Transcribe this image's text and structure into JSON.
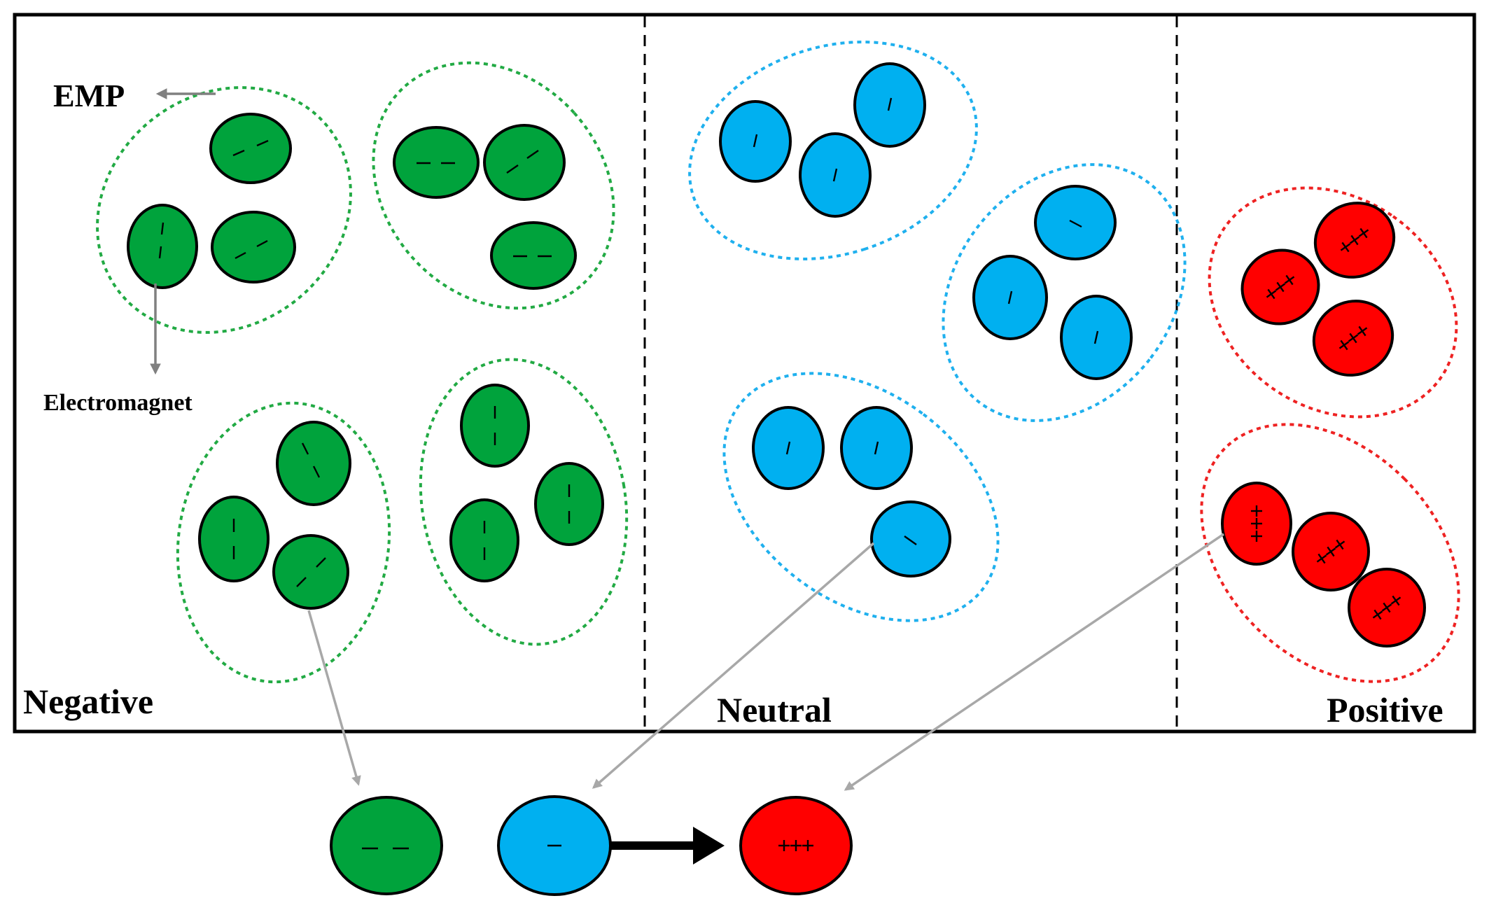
{
  "labels": {
    "negative": "Negative",
    "neutral": "Neutral",
    "positive": "Positive",
    "emp": "EMP",
    "electromagnet": "Electromagnet"
  },
  "colors": {
    "negative": "#00a33c",
    "neutral": "#00b0f0",
    "positive": "#ff0000",
    "frame": "#000000",
    "pointer": "#a8a8a8"
  },
  "groups": [
    {
      "zone": "negative",
      "cells": 3
    },
    {
      "zone": "negative",
      "cells": 3
    },
    {
      "zone": "negative",
      "cells": 3
    },
    {
      "zone": "negative",
      "cells": 3
    },
    {
      "zone": "neutral",
      "cells": 3
    },
    {
      "zone": "neutral",
      "cells": 3
    },
    {
      "zone": "neutral",
      "cells": 3
    },
    {
      "zone": "positive",
      "cells": 3
    },
    {
      "zone": "positive",
      "cells": 3
    }
  ],
  "legend": {
    "sequence": [
      "negative",
      "neutral",
      "positive"
    ],
    "arrow": "neutral-to-positive"
  }
}
